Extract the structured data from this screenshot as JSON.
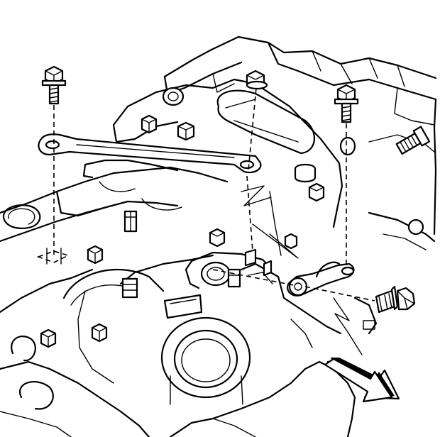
{
  "figure": {
    "kind": "exploded-view line drawing",
    "components": [
      "engine-upper-housing",
      "intake-manifold",
      "throttle-body",
      "support-brace",
      "left-bolt",
      "center-bolt",
      "right-bolt",
      "brace-bracket",
      "horizontal-bolt",
      "direction-arrow"
    ],
    "colors": {
      "line": "#000000",
      "background": "#ffffff"
    }
  }
}
